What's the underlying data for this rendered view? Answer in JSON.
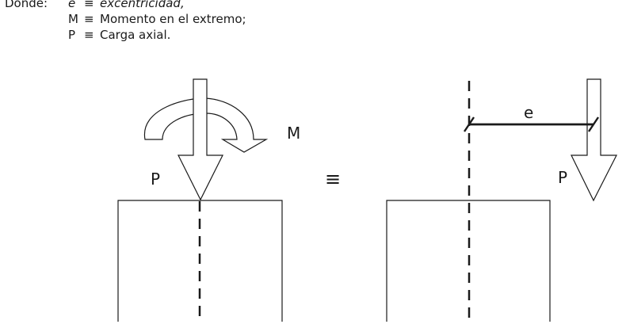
{
  "legend": {
    "lead": "Donde:",
    "items": [
      {
        "symbol": "e",
        "equiv": "≡",
        "definition": "excentricidad,"
      },
      {
        "symbol": "M",
        "equiv": "≡",
        "definition": "Momento en el extremo;"
      },
      {
        "symbol": "P",
        "equiv": "≡",
        "definition": "Carga axial."
      }
    ]
  },
  "diagram": {
    "left": {
      "moment_label": "M",
      "load_label": "P"
    },
    "equivalence_symbol": "≡",
    "right": {
      "eccentricity_label": "e",
      "load_label": "P"
    }
  }
}
